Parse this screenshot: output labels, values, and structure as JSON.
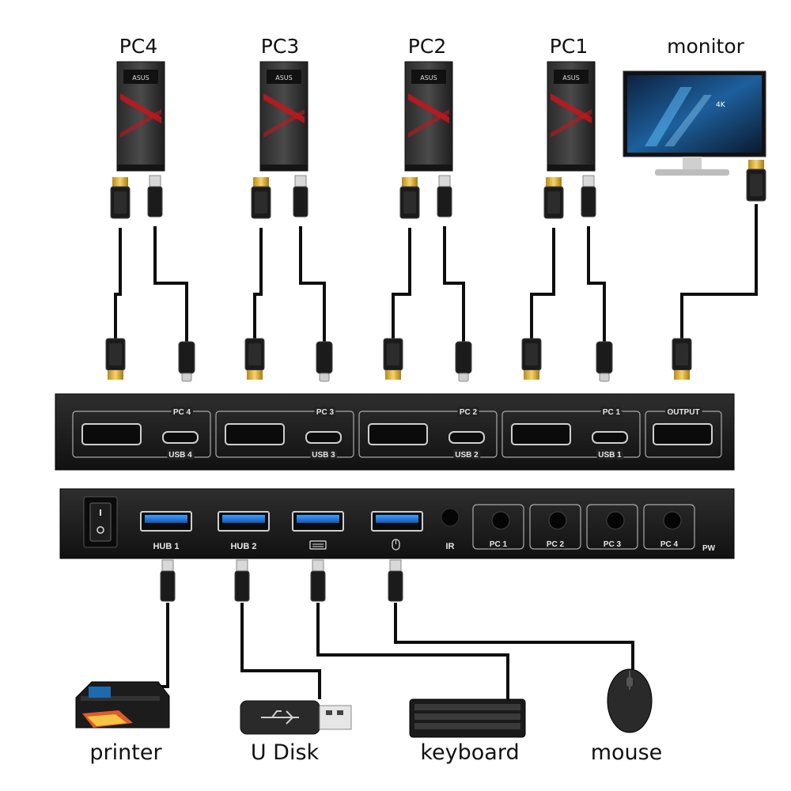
{
  "computers": [
    {
      "label": "PC4",
      "brand": "ASUS"
    },
    {
      "label": "PC3",
      "brand": "ASUS"
    },
    {
      "label": "PC2",
      "brand": "ASUS"
    },
    {
      "label": "PC1",
      "brand": "ASUS"
    }
  ],
  "monitor": {
    "label": "monitor",
    "screen_text": "4K"
  },
  "switch_rear": {
    "groups": [
      {
        "title": "PC 4",
        "usb": "USB 4"
      },
      {
        "title": "PC 3",
        "usb": "USB 3"
      },
      {
        "title": "PC 2",
        "usb": "USB 2"
      },
      {
        "title": "PC 1",
        "usb": "USB 1"
      }
    ],
    "output": "OUTPUT"
  },
  "switch_front": {
    "ports": [
      "HUB 1",
      "HUB 2",
      "",
      ""
    ],
    "port_icons": [
      "",
      "",
      "keyboard-icon",
      "mouse-icon"
    ],
    "ir": "IR",
    "buttons": [
      "PC 1",
      "PC 2",
      "PC 3",
      "PC 4"
    ],
    "pw": "PW"
  },
  "peripherals": [
    {
      "label": "printer"
    },
    {
      "label": "U Disk"
    },
    {
      "label": "keyboard"
    },
    {
      "label": "mouse"
    }
  ]
}
